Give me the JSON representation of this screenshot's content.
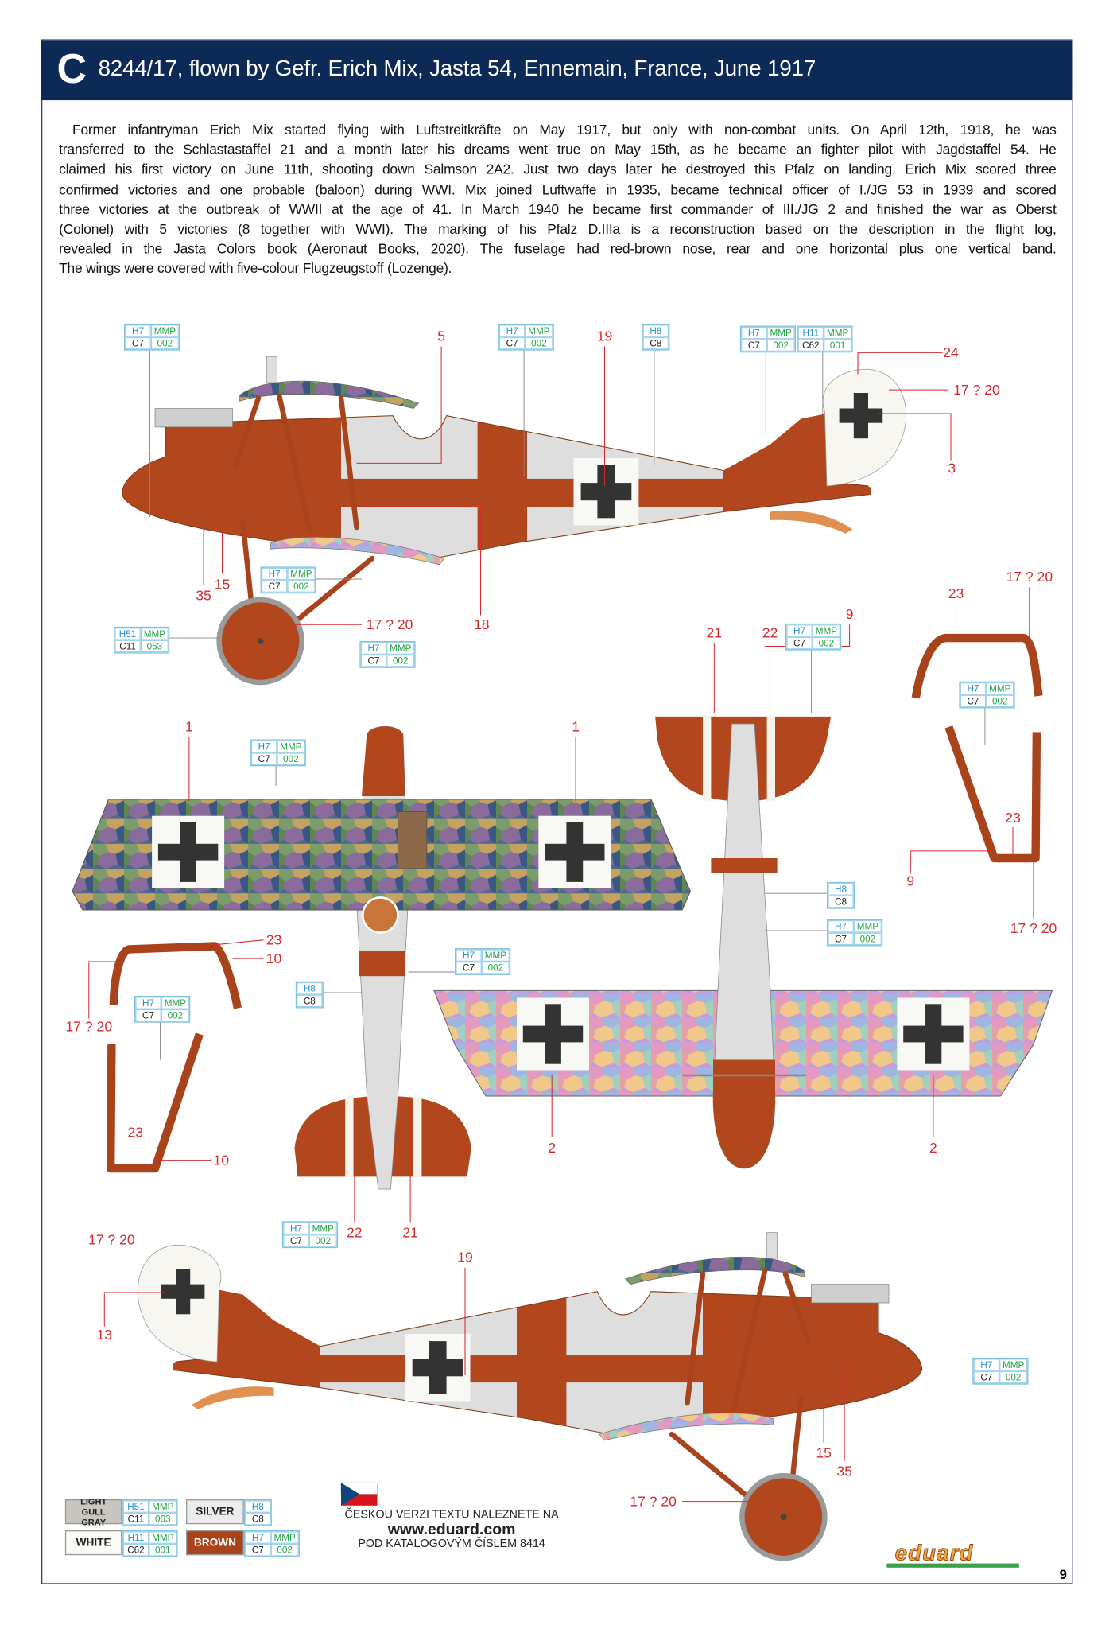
{
  "header": {
    "letter": "C",
    "title": "8244/17, flown by Gefr. Erich Mix, Jasta 54, Ennemain, France, June 1917"
  },
  "description": [
    "Former infantryman Erich Mix started flying with Luftstreitkräfte on May 1917, but only with non-combat units. On April 12th, 1918, he was",
    "transferred to the Schlastastaffel 21 and a month later his dreams went true on May 15th, as he became an fighter pilot with Jagdstaffel 54. He",
    "claimed his first victory on June 11th, shooting down Salmson 2A2. Just two days later he destroyed this Pfalz on landing. Erich Mix scored three",
    "confirmed victories and one probable (baloon) during WWI. Mix joined Luftwaffe in 1935, became technical officer of I./JG 53 in 1939 and scored",
    "three victories at the outbreak of WWII at the age of 41. In March 1940 he became first commander of III./JG 2 and finished the war as Oberst",
    "(Colonel) with 5 victories (8 together with WWI). The marking of his Pfalz D.IIIa is a reconstruction based on the description in the flight log,",
    "revealed in the Jasta Colors book (Aeronaut Books, 2020). The fuselage had red-brown nose, rear and one horizontal plus one vertical band.",
    "The wings were covered with five-colour Flugzeugstoff (Lozenge)."
  ],
  "callouts": [
    [
      [
        "H7",
        "MMP"
      ],
      [
        "C7",
        "002"
      ]
    ],
    [
      [
        "H7",
        "MMP"
      ],
      [
        "C7",
        "002"
      ]
    ],
    [
      [
        "H8"
      ],
      [
        "C8"
      ]
    ],
    [
      [
        "H7",
        "MMP"
      ],
      [
        "C7",
        "002"
      ]
    ],
    [
      [
        "H11",
        "MMP"
      ],
      [
        "C62",
        "001"
      ]
    ],
    [
      [
        "H7",
        "MMP"
      ],
      [
        "C7",
        "002"
      ]
    ],
    [
      [
        "H51",
        "MMP"
      ],
      [
        "C11",
        "063"
      ]
    ],
    [
      [
        "H7",
        "MMP"
      ],
      [
        "C7",
        "002"
      ]
    ],
    [
      [
        "H7",
        "MMP"
      ],
      [
        "C7",
        "002"
      ]
    ],
    [
      [
        "H7",
        "MMP"
      ],
      [
        "C7",
        "002"
      ]
    ],
    [
      [
        "H7",
        "MMP"
      ],
      [
        "C7",
        "002"
      ]
    ],
    [
      [
        "H8"
      ],
      [
        "C8"
      ]
    ],
    [
      [
        "H7",
        "MMP"
      ],
      [
        "C7",
        "002"
      ]
    ],
    [
      [
        "H7",
        "MMP"
      ],
      [
        "C7",
        "002"
      ]
    ],
    [
      [
        "H8"
      ],
      [
        "C8"
      ]
    ],
    [
      [
        "H7",
        "MMP"
      ],
      [
        "C7",
        "002"
      ]
    ],
    [
      [
        "H7",
        "MMP"
      ],
      [
        "C7",
        "002"
      ]
    ],
    [
      [
        "H7",
        "MMP"
      ],
      [
        "C7",
        "002"
      ]
    ]
  ],
  "refs": [
    "5",
    "19",
    "24",
    "17 ? 20",
    "3",
    "35",
    "15",
    "17 ? 20",
    "18",
    "17 ? 20",
    "23",
    "9",
    "21",
    "22",
    "1",
    "1",
    "23",
    "9",
    "17 ? 20",
    "23",
    "10",
    "17 ? 20",
    "23",
    "10",
    "2",
    "2",
    "22",
    "21",
    "17 ? 20",
    "19",
    "13",
    "15",
    "35",
    "17 ? 20"
  ],
  "legend": [
    {
      "name": "LIGHT GULL GRAY",
      "codes": [
        [
          "H51",
          "MMP"
        ],
        [
          "C11",
          "063"
        ]
      ],
      "color": "#c9c5bf"
    },
    {
      "name": "SILVER",
      "codes": [
        [
          "H8"
        ],
        [
          "C8"
        ]
      ],
      "color": "#ececec"
    },
    {
      "name": "WHITE",
      "codes": [
        [
          "H11",
          "MMP"
        ],
        [
          "C62",
          "001"
        ]
      ],
      "color": "#fbfaf5"
    },
    {
      "name": "BROWN",
      "codes": [
        [
          "H7",
          "MMP"
        ],
        [
          "C7",
          "002"
        ]
      ],
      "color": "#a8431b"
    }
  ],
  "czech": {
    "line1": "ČESKOU VERZI TEXTU NALEZNETE NA",
    "url": "www.eduard.com",
    "line2": "POD KATALOGOVÝM ČÍSLEM 8414"
  },
  "logo": "eduard",
  "page_number": "9",
  "colors": {
    "header": "#0d2a57",
    "brown": "#b2461c",
    "silver": "#dcdcdc",
    "ref_red": "#d62a2e"
  }
}
